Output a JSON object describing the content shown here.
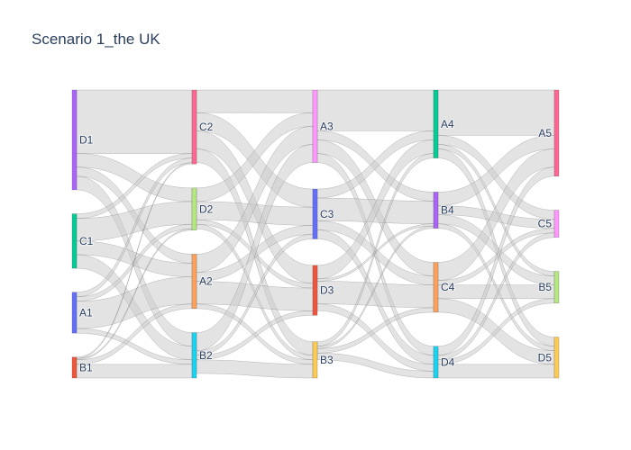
{
  "chart_data": {
    "type": "sankey",
    "title": "Scenario 1_the UK",
    "nodes": [
      {
        "id": "D1",
        "label": "D1",
        "stage": 0,
        "color": "#ab63fa"
      },
      {
        "id": "C1",
        "label": "C1",
        "stage": 0,
        "color": "#00cc96"
      },
      {
        "id": "A1",
        "label": "A1",
        "stage": 0,
        "color": "#636efa"
      },
      {
        "id": "B1",
        "label": "B1",
        "stage": 0,
        "color": "#ef553b"
      },
      {
        "id": "C2",
        "label": "C2",
        "stage": 1,
        "color": "#ff6692"
      },
      {
        "id": "D2",
        "label": "D2",
        "stage": 1,
        "color": "#b6e880"
      },
      {
        "id": "A2",
        "label": "A2",
        "stage": 1,
        "color": "#ffa15a"
      },
      {
        "id": "B2",
        "label": "B2",
        "stage": 1,
        "color": "#19d3f3"
      },
      {
        "id": "A3",
        "label": "A3",
        "stage": 2,
        "color": "#ff97ff"
      },
      {
        "id": "C3",
        "label": "C3",
        "stage": 2,
        "color": "#636efa"
      },
      {
        "id": "D3",
        "label": "D3",
        "stage": 2,
        "color": "#ef553b"
      },
      {
        "id": "B3",
        "label": "B3",
        "stage": 2,
        "color": "#fecb52"
      },
      {
        "id": "A4",
        "label": "A4",
        "stage": 3,
        "color": "#00cc96"
      },
      {
        "id": "B4",
        "label": "B4",
        "stage": 3,
        "color": "#ab63fa"
      },
      {
        "id": "C4",
        "label": "C4",
        "stage": 3,
        "color": "#ffa15a"
      },
      {
        "id": "D4",
        "label": "D4",
        "stage": 3,
        "color": "#19d3f3"
      },
      {
        "id": "A5",
        "label": "A5",
        "stage": 4,
        "color": "#ff6692"
      },
      {
        "id": "C5",
        "label": "C5",
        "stage": 4,
        "color": "#ff97ff"
      },
      {
        "id": "B5",
        "label": "B5",
        "stage": 4,
        "color": "#b6e880"
      },
      {
        "id": "D5",
        "label": "D5",
        "stage": 4,
        "color": "#fecb52"
      }
    ],
    "links": [
      {
        "source": "D1",
        "target": "C2",
        "value": 14
      },
      {
        "source": "D1",
        "target": "D2",
        "value": 3
      },
      {
        "source": "D1",
        "target": "A2",
        "value": 2
      },
      {
        "source": "D1",
        "target": "B2",
        "value": 3
      },
      {
        "source": "C1",
        "target": "C2",
        "value": 1
      },
      {
        "source": "C1",
        "target": "D2",
        "value": 5
      },
      {
        "source": "C1",
        "target": "A2",
        "value": 3
      },
      {
        "source": "C1",
        "target": "B2",
        "value": 3
      },
      {
        "source": "A1",
        "target": "C2",
        "value": 1
      },
      {
        "source": "A1",
        "target": "D2",
        "value": 1
      },
      {
        "source": "A1",
        "target": "A2",
        "value": 6
      },
      {
        "source": "A1",
        "target": "B2",
        "value": 1
      },
      {
        "source": "B1",
        "target": "C2",
        "value": 0.3
      },
      {
        "source": "B1",
        "target": "D2",
        "value": 0.3
      },
      {
        "source": "B1",
        "target": "A2",
        "value": 1
      },
      {
        "source": "B1",
        "target": "B2",
        "value": 3
      },
      {
        "source": "C2",
        "target": "A3",
        "value": 5
      },
      {
        "source": "C2",
        "target": "C3",
        "value": 4
      },
      {
        "source": "C2",
        "target": "D3",
        "value": 4
      },
      {
        "source": "C2",
        "target": "B3",
        "value": 3
      },
      {
        "source": "D2",
        "target": "A3",
        "value": 3
      },
      {
        "source": "D2",
        "target": "C3",
        "value": 4
      },
      {
        "source": "D2",
        "target": "D3",
        "value": 1
      },
      {
        "source": "D2",
        "target": "B3",
        "value": 1
      },
      {
        "source": "A2",
        "target": "A3",
        "value": 4
      },
      {
        "source": "A2",
        "target": "C3",
        "value": 2
      },
      {
        "source": "A2",
        "target": "D3",
        "value": 5
      },
      {
        "source": "A2",
        "target": "B3",
        "value": 1
      },
      {
        "source": "B2",
        "target": "A3",
        "value": 4
      },
      {
        "source": "B2",
        "target": "C3",
        "value": 1
      },
      {
        "source": "B2",
        "target": "D3",
        "value": 1
      },
      {
        "source": "B2",
        "target": "B3",
        "value": 3
      },
      {
        "source": "A3",
        "target": "A4",
        "value": 9
      },
      {
        "source": "A3",
        "target": "B4",
        "value": 2
      },
      {
        "source": "A3",
        "target": "C4",
        "value": 3
      },
      {
        "source": "A3",
        "target": "D4",
        "value": 2
      },
      {
        "source": "C3",
        "target": "A4",
        "value": 2
      },
      {
        "source": "C3",
        "target": "B4",
        "value": 5
      },
      {
        "source": "C3",
        "target": "C4",
        "value": 2
      },
      {
        "source": "C3",
        "target": "D4",
        "value": 2
      },
      {
        "source": "D3",
        "target": "A4",
        "value": 3
      },
      {
        "source": "D3",
        "target": "B4",
        "value": 0.5
      },
      {
        "source": "D3",
        "target": "C4",
        "value": 5
      },
      {
        "source": "D3",
        "target": "D4",
        "value": 1.5
      },
      {
        "source": "B3",
        "target": "A4",
        "value": 1
      },
      {
        "source": "B3",
        "target": "B4",
        "value": 0.5
      },
      {
        "source": "B3",
        "target": "C4",
        "value": 1
      },
      {
        "source": "B3",
        "target": "D4",
        "value": 1.5
      },
      {
        "source": "A4",
        "target": "A5",
        "value": 10
      },
      {
        "source": "A4",
        "target": "C5",
        "value": 2
      },
      {
        "source": "A4",
        "target": "B5",
        "value": 1
      },
      {
        "source": "A4",
        "target": "D5",
        "value": 2
      },
      {
        "source": "B4",
        "target": "A5",
        "value": 3
      },
      {
        "source": "B4",
        "target": "C5",
        "value": 2
      },
      {
        "source": "B4",
        "target": "B5",
        "value": 2
      },
      {
        "source": "B4",
        "target": "D5",
        "value": 1
      },
      {
        "source": "C4",
        "target": "A5",
        "value": 4
      },
      {
        "source": "C4",
        "target": "C5",
        "value": 1
      },
      {
        "source": "C4",
        "target": "B5",
        "value": 3
      },
      {
        "source": "C4",
        "target": "D5",
        "value": 3
      },
      {
        "source": "D4",
        "target": "A5",
        "value": 2
      },
      {
        "source": "D4",
        "target": "C5",
        "value": 1
      },
      {
        "source": "D4",
        "target": "B5",
        "value": 1
      },
      {
        "source": "D4",
        "target": "D5",
        "value": 3
      }
    ],
    "link_color": "#cccccc"
  }
}
